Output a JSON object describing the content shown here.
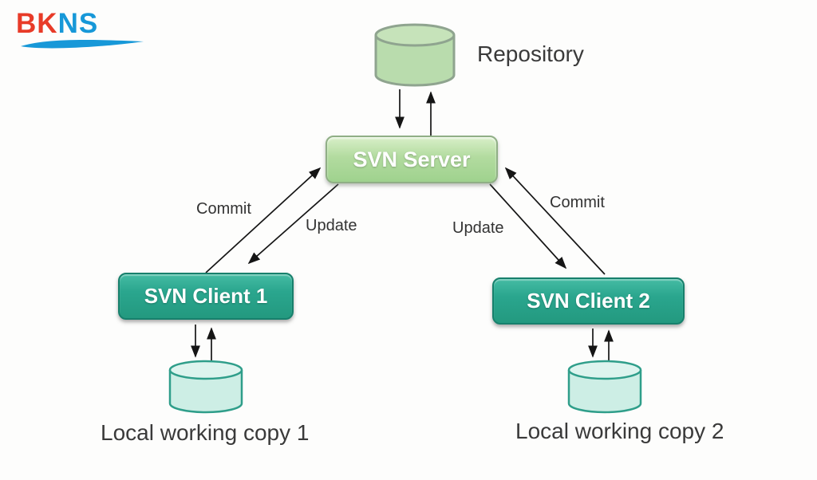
{
  "logo": {
    "part1": "BK",
    "part2": "NS",
    "part1_color": "#e83b28",
    "part2_color": "#1798d8",
    "swoosh_icon_color": "#1798d8"
  },
  "diagram": {
    "nodes": {
      "repository": {
        "label": "Repository",
        "shape": "cylinder",
        "fill": "#b9dcad",
        "stroke": "#8fa48f"
      },
      "svn_server": {
        "label": "SVN Server",
        "shape": "rounded-box",
        "fill": "#aed69c",
        "border": "#90af86",
        "text_color": "#ffffff"
      },
      "svn_client_1": {
        "label": "SVN Client 1",
        "shape": "rounded-box",
        "fill": "#2aa68e",
        "border": "#17806c",
        "text_color": "#ffffff"
      },
      "svn_client_2": {
        "label": "SVN Client 2",
        "shape": "rounded-box",
        "fill": "#2aa68e",
        "border": "#17806c",
        "text_color": "#ffffff"
      },
      "local_working_copy_1": {
        "label": "Local working copy 1",
        "shape": "cylinder",
        "fill": "#cdeee5",
        "stroke": "#2f9e8a"
      },
      "local_working_copy_2": {
        "label": "Local working copy 2",
        "shape": "cylinder",
        "fill": "#cdeee5",
        "stroke": "#2f9e8a"
      }
    },
    "edges": {
      "commit_left": {
        "label": "Commit",
        "from": "svn_client_1",
        "to": "svn_server"
      },
      "update_left": {
        "label": "Update",
        "from": "svn_server",
        "to": "svn_client_1"
      },
      "commit_right": {
        "label": "Commit",
        "from": "svn_client_2",
        "to": "svn_server"
      },
      "update_right": {
        "label": "Update",
        "from": "svn_server",
        "to": "svn_client_2"
      },
      "repo_to_server": {
        "label": "",
        "from": "repository",
        "to": "svn_server"
      },
      "server_to_repo": {
        "label": "",
        "from": "svn_server",
        "to": "repository"
      },
      "client1_to_wc1": {
        "label": "",
        "from": "svn_client_1",
        "to": "local_working_copy_1"
      },
      "wc1_to_client1": {
        "label": "",
        "from": "local_working_copy_1",
        "to": "svn_client_1"
      },
      "client2_to_wc2": {
        "label": "",
        "from": "svn_client_2",
        "to": "local_working_copy_2"
      },
      "wc2_to_client2": {
        "label": "",
        "from": "local_working_copy_2",
        "to": "svn_client_2"
      }
    },
    "arrow_color": "#151515",
    "background_color": "#fdfdfc"
  }
}
